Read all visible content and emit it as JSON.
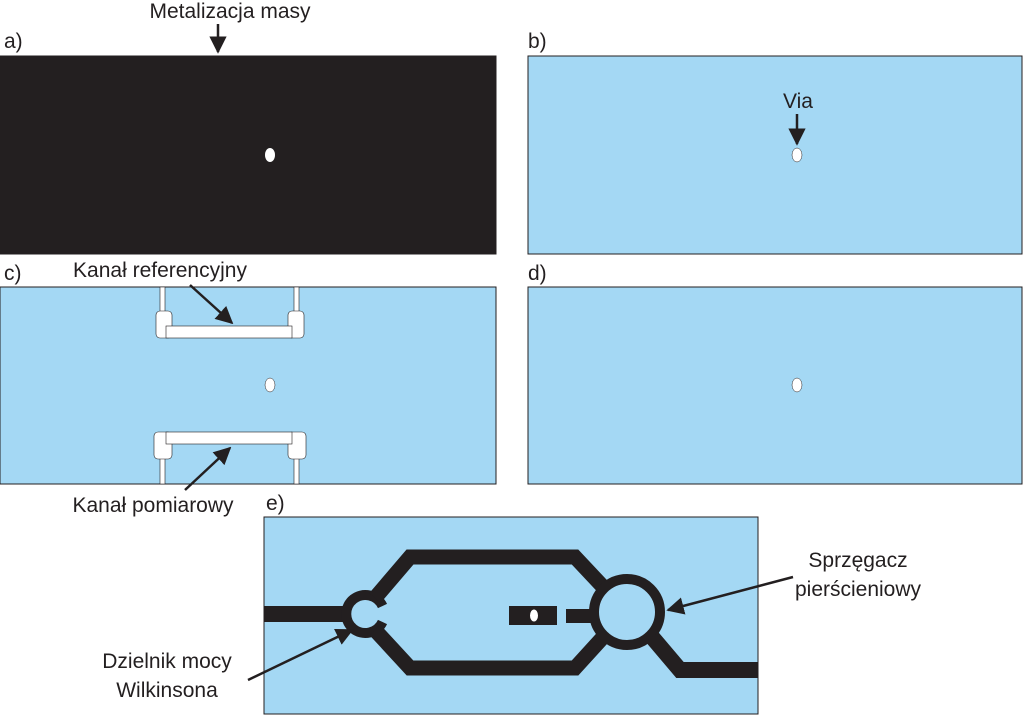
{
  "colors": {
    "substrate": "#a4d8f4",
    "metal": "#231f20",
    "via": "#ffffff",
    "channel": "#ffffff",
    "outline": "#231f20",
    "background": "#ffffff"
  },
  "panels": {
    "a": {
      "label": "a)",
      "annotation": "Metalizacja masy"
    },
    "b": {
      "label": "b)",
      "annotation": "Via"
    },
    "c": {
      "label": "c)",
      "annotation_top": "Kanał referencyjny",
      "annotation_bottom": "Kanał pomiarowy"
    },
    "d": {
      "label": "d)"
    },
    "e": {
      "label": "e)",
      "annotation_left_line1": "Dzielnik mocy",
      "annotation_left_line2": "Wilkinsona",
      "annotation_right_line1": "Sprzęgacz",
      "annotation_right_line2": "pierścieniowy"
    }
  }
}
